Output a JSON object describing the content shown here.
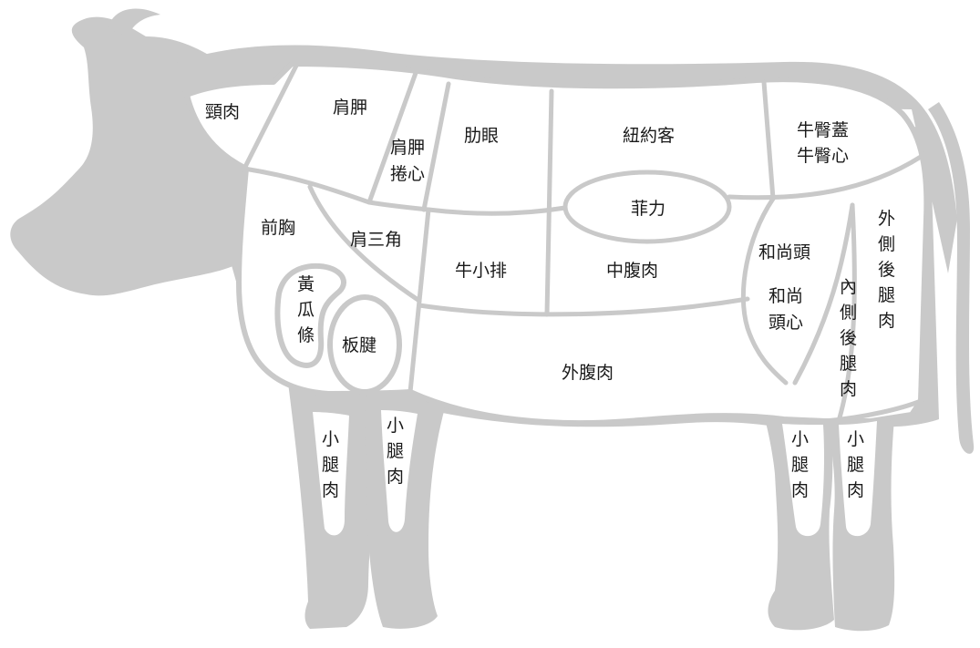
{
  "colors": {
    "silhouette": "#c9c9c9",
    "cut_fill": "#ffffff",
    "cut_line": "#c9c9c9",
    "label": "#1a1a1a"
  },
  "cuts": {
    "head_meat": "頸肉",
    "chuck": "肩胛",
    "chuck_roll": [
      "肩胛",
      "捲心"
    ],
    "rib_eye": "肋眼",
    "striploin": "紐約客",
    "rump_cap": [
      "牛臀蓋",
      "牛臀心"
    ],
    "brisket": "前胸",
    "oyster_blade": "肩三角",
    "tenderloin": "菲力",
    "short_rib": "牛小排",
    "flank": "中腹肉",
    "shoulder_clod": [
      "黃",
      "瓜",
      "條"
    ],
    "flat_iron": "板腱",
    "plate": "外腹肉",
    "knuckle": "和尚頭",
    "knuckle_center": [
      "和尚",
      "頭心"
    ],
    "inside_round": [
      "內",
      "側",
      "後",
      "腿",
      "肉"
    ],
    "outside_round": [
      "外",
      "側",
      "後",
      "腿",
      "肉"
    ],
    "fore_shank_back": [
      "小",
      "腿",
      "肉"
    ],
    "fore_shank_front": [
      "小",
      "腿",
      "肉"
    ],
    "hind_shank_front": [
      "小",
      "腿",
      "肉"
    ],
    "hind_shank_back": [
      "小",
      "腿",
      "肉"
    ]
  }
}
